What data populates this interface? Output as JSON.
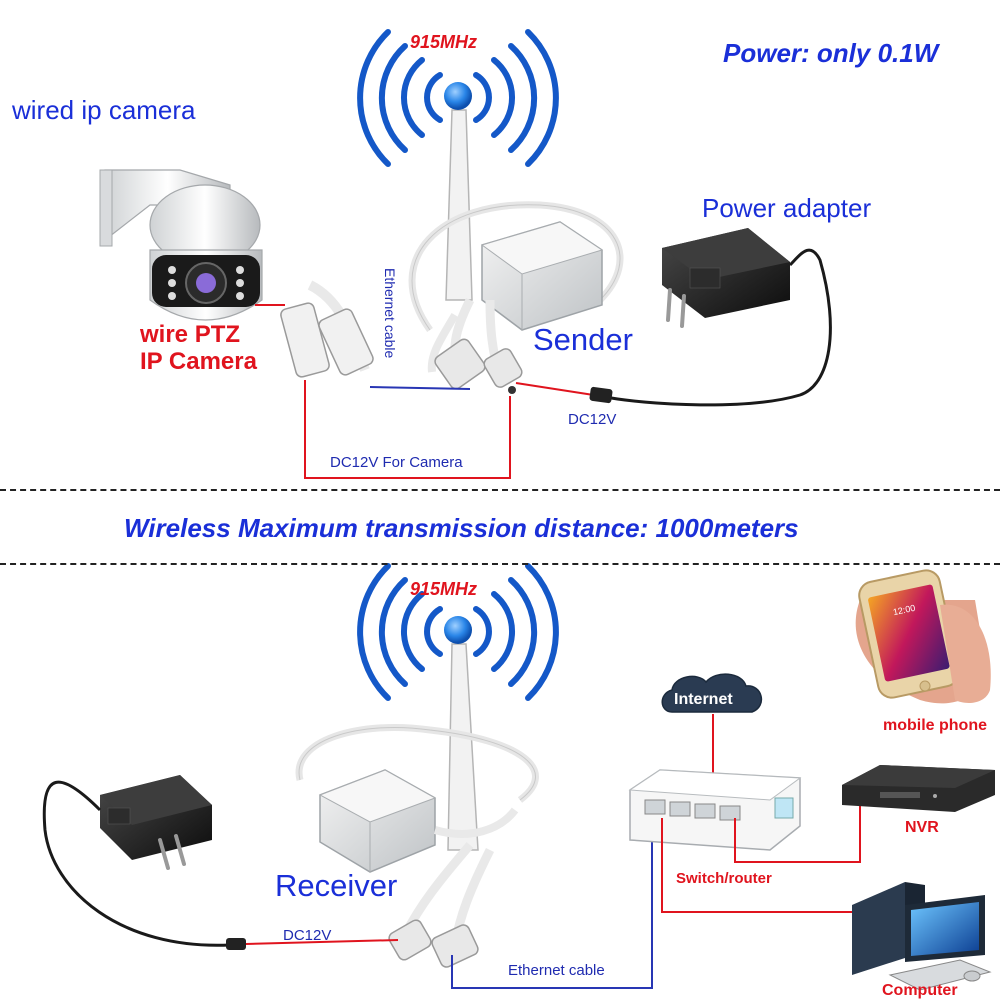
{
  "sender_side": {
    "camera_caption": "wired ip camera",
    "camera_tag_line1": "wire PTZ",
    "camera_tag_line2": "IP Camera",
    "frequency": "915MHz",
    "power_note": "Power: only 0.1W",
    "adapter_label": "Power adapter",
    "device_label": "Sender",
    "ethernet_label": "Ethernet cable",
    "dc_label": "DC12V",
    "dc_camera_label": "DC12V For Camera"
  },
  "divider": {
    "range_note": "Wireless Maximum transmission distance: 1000meters"
  },
  "receiver_side": {
    "frequency": "915MHz",
    "device_label": "Receiver",
    "dc_label": "DC12V",
    "ethernet_label": "Ethernet cable",
    "internet_label": "Internet",
    "switch_label": "Switch/router",
    "nvr_label": "NVR",
    "phone_label": "mobile phone",
    "computer_label": "Computer",
    "phone_time": "12:00"
  },
  "colors": {
    "label_blue": "#1a2fd8",
    "wire_red": "#e0141e",
    "signal_blue": "#1458c8",
    "cable_blue": "#2836b4"
  }
}
